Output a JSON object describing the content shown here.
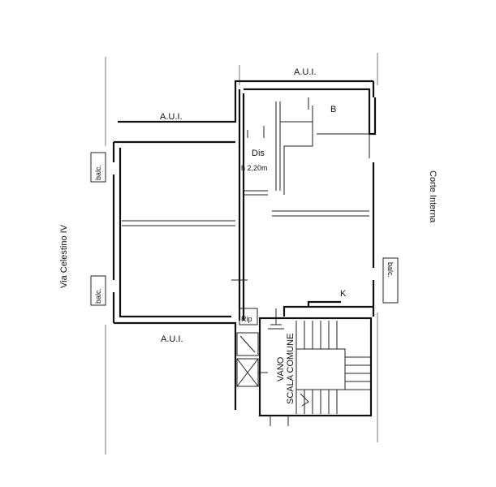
{
  "plan": {
    "aui_top": "A.U.I.",
    "aui_left": "A.U.I.",
    "aui_bottom": "A.U.I.",
    "room_b": "B",
    "room_k": "K",
    "dis_label": "Dis",
    "dis_height": "h 2,20m",
    "balc_left_top": "balc.",
    "balc_left_bottom": "balc.",
    "balc_right": "balc.",
    "rip": "Rip",
    "stair_line1": "VANO",
    "stair_line2": "SCALA COMUNE",
    "street": "Via Celestino IV",
    "courtyard": "Corte Interna"
  }
}
